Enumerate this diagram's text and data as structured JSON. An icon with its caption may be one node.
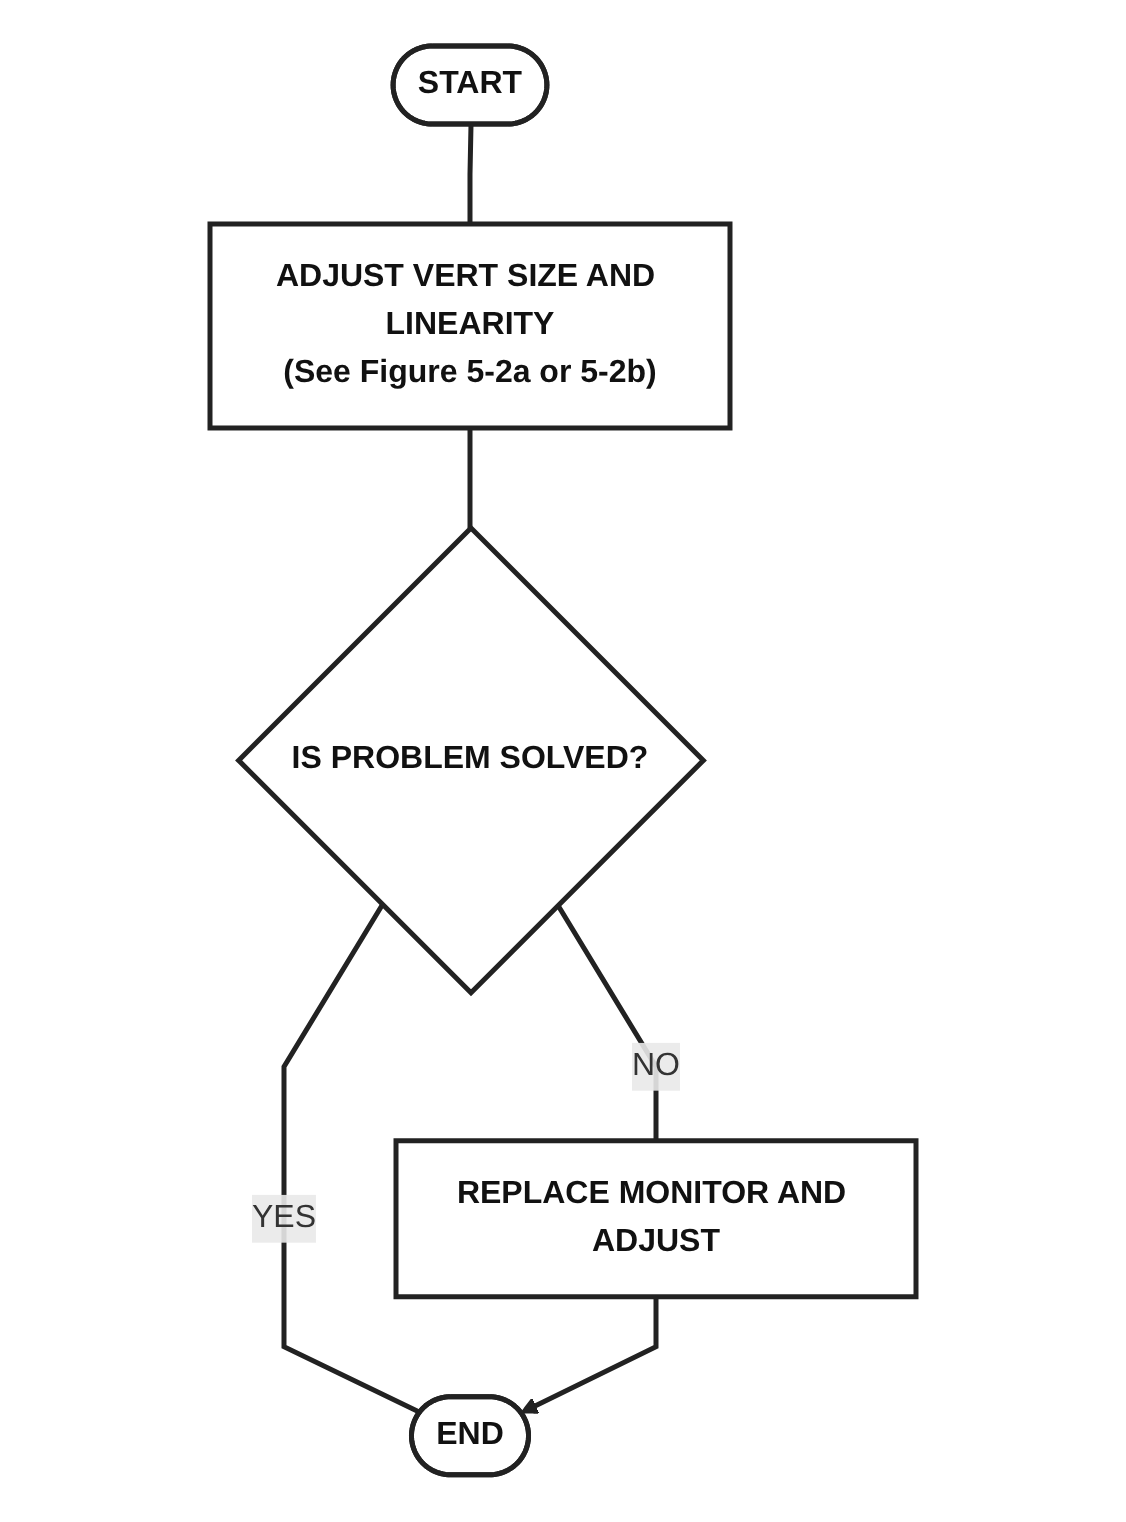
{
  "diagram": {
    "nodes": [
      {
        "text": [
          "START"
        ]
      },
      {
        "text": [
          "ADJUST VERT SIZE AND LINEARITY",
          "(See Figure 5-2a or 5-2b)"
        ]
      },
      {
        "text": [
          "IS PROBLEM SOLVED?"
        ]
      },
      {
        "text": [
          "REPLACE MONITOR AND ADJUST"
        ]
      },
      {
        "text": [
          "END"
        ]
      }
    ],
    "edges": [
      {
        "from": 0,
        "to": 1,
        "arrow": "none"
      },
      {
        "from": 1,
        "to": 2,
        "arrow": "none"
      },
      {
        "from": 2,
        "to": 3,
        "arrow": "none",
        "label": "NO"
      },
      {
        "from": 2,
        "to": 4,
        "arrow": "none",
        "label": "YES"
      },
      {
        "from": 3,
        "to": 4,
        "arrow": "to"
      }
    ]
  }
}
